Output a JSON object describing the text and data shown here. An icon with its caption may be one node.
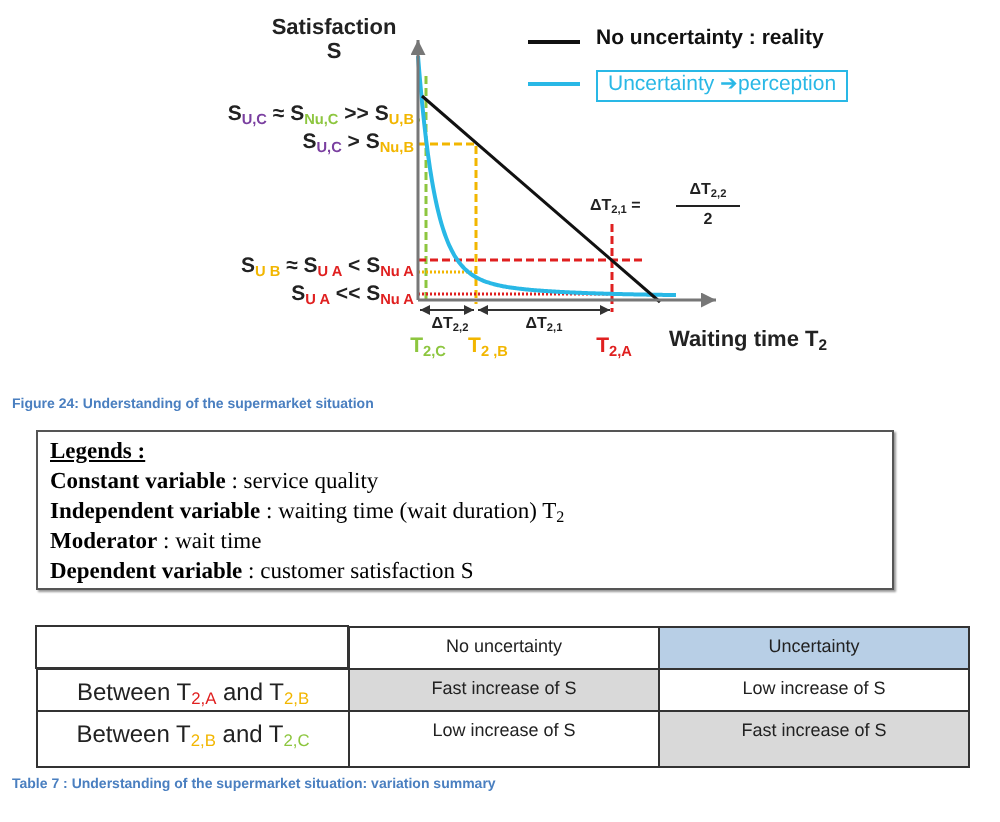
{
  "diagram": {
    "nodes": [
      {
        "text": [
          "Legends :",
          "**Constant variable** : service quality",
          "**Independent variable** : waiting time (wait duration) T$_{2}$",
          "**Moderator** : wait time",
          "**Dependent variable** : customer satisfaction S"
        ]
      }
    ],
    "labels": [
      "Satisfaction S",
      "S$_{U,C}$ ≈ S$_{Nu,C}$ >> S$_{U,B}$",
      "S$_{U,C}$ > S$_{Nu,B}$",
      "ΔT$_{2,1}$ =",
      "ΔT$_{2,2}$",
      "2",
      "S$_{U B}$ ≈ S$_{U A}$ < S$_{Nu A}$",
      "S$_{U A}$ << S$_{Nu A}$",
      "ΔT$_{2,2}$",
      "ΔT$_{2,1}$",
      "T$_{2,C}$",
      "T$_{2 ,B}$",
      "T$_{2,A}$",
      "Waiting time T$_{2}$",
      "Figure 24: Understanding of the supermarket situation",
      "No uncertainty",
      "Uncertainty",
      "Between T$_{2,A}$ and T$_{2,B}$",
      "Fast increase of S",
      "Low increase of S",
      "Between T$_{2,B}$ and T$_{2,C}$",
      "Low increase of S",
      "Fast increase of S",
      "Table 7 : Understanding of the supermarket situation: variation summary"
    ],
    "legend": [
      {
        "text": "No uncertainty : reality"
      },
      {
        "text": "Uncertainty ➔perception"
      }
    ]
  }
}
